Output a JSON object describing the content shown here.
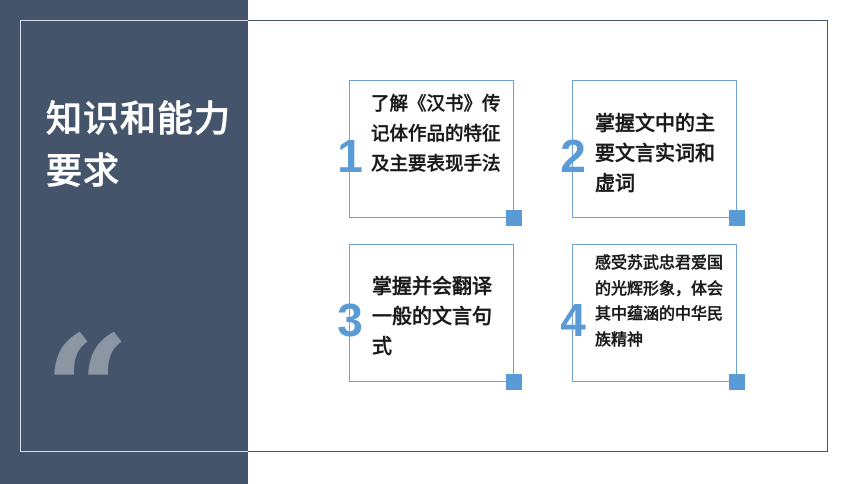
{
  "slide": {
    "title": "知识和能力要求",
    "quote_glyph": "“"
  },
  "cards": [
    {
      "number": "1",
      "text": "了解《汉书》传记体作品的特征及主要表现手法"
    },
    {
      "number": "2",
      "text": "掌握文中的主要文言实词和虚词"
    },
    {
      "number": "3",
      "text": "掌握并会翻译一般的文言句式"
    },
    {
      "number": "4",
      "text": "感受苏武忠君爱国的光辉形象，体会其中蕴涵的中华民族精神"
    }
  ],
  "colors": {
    "panel": "#44546a",
    "accent": "#5b9bd5",
    "card_border": "#6f9fd3",
    "quote": "#8c96a3"
  }
}
